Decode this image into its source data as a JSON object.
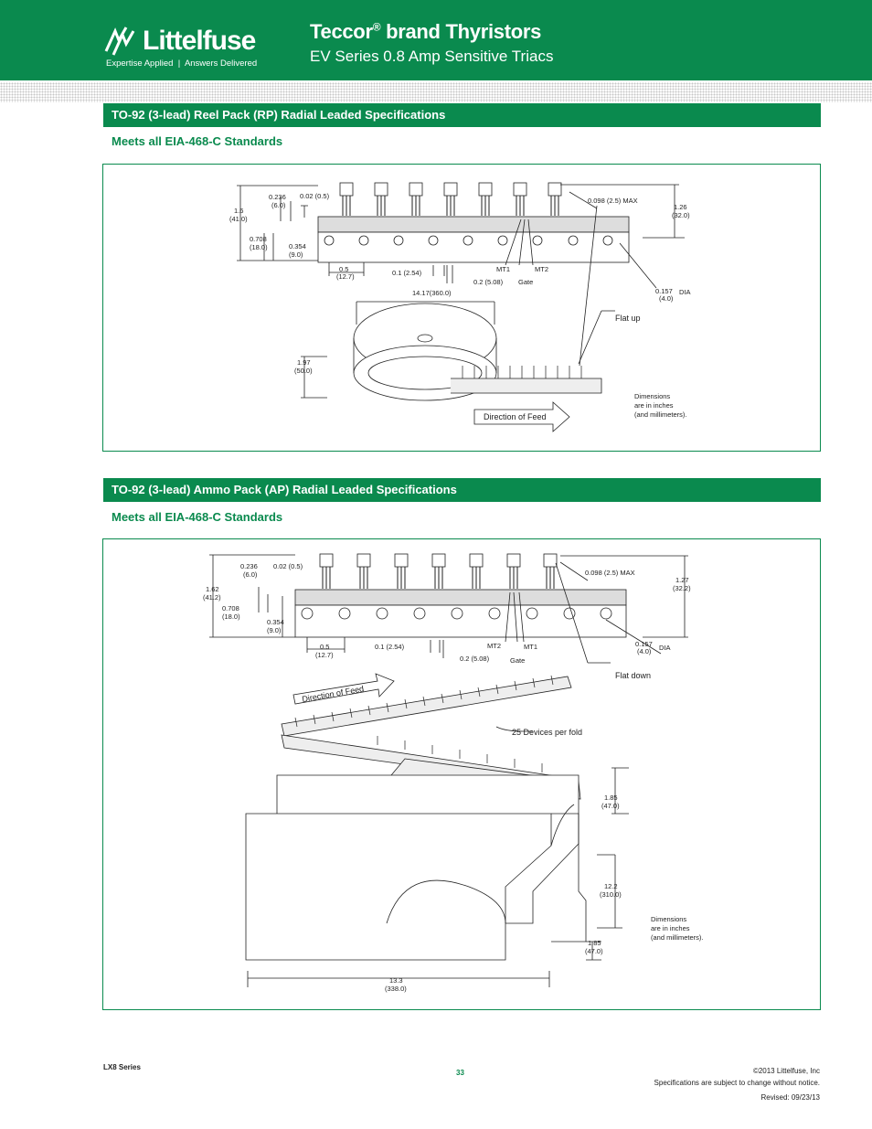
{
  "header": {
    "logo_text": "Littelfuse",
    "tagline_left": "Expertise Applied",
    "tagline_right": "Answers Delivered",
    "title_brand": "Teccor",
    "title_reg": "®",
    "title_rest": " brand Thyristors",
    "subtitle": "EV Series 0.8 Amp Sensitive Triacs"
  },
  "section1": {
    "heading": "TO-92 (3-lead) Reel Pack (RP) Radial Leaded Specifications",
    "subheading": "Meets all EIA-468-C Standards",
    "labels": {
      "height": "1.6",
      "height_mm": "(41.0)",
      "d236": "0.236",
      "d236_mm": "(6.0)",
      "d02": "0.02 (0.5)",
      "d708": "0.708",
      "d708_mm": "(18.0)",
      "d354": "0.354",
      "d354_mm": "(9.0)",
      "d05": "0.5",
      "d05_mm": "(12.7)",
      "d01": "0.1 (2.54)",
      "d02b": "0.2 (5.08)",
      "mt1": "MT1",
      "mt2": "MT2",
      "gate": "Gate",
      "d098": "0.098 (2.5) MAX",
      "d126": "1.26",
      "d126_mm": "(32.0)",
      "d157": "0.157",
      "d157_mm": "(4.0)",
      "dia": "DIA",
      "reel": "14.17(360.0)",
      "flat": "Flat up",
      "d197": "1.97",
      "d197_mm": "(50.0)",
      "dim1": "Dimensions",
      "dim2": "are in inches",
      "dim3": "(and millimeters).",
      "feed": "Direction of Feed"
    }
  },
  "section2": {
    "heading": "TO-92 (3-lead) Ammo Pack (AP) Radial Leaded Specifications",
    "subheading": "Meets all EIA-468-C Standards",
    "labels": {
      "height": "1.62",
      "height_mm": "(41.2)",
      "d236": "0.236",
      "d236_mm": "(6.0)",
      "d02": "0.02 (0.5)",
      "d708": "0.708",
      "d708_mm": "(18.0)",
      "d354": "0.354",
      "d354_mm": "(9.0)",
      "d05": "0.5",
      "d05_mm": "(12.7)",
      "d01": "0.1 (2.54)",
      "d02b": "0.2 (5.08)",
      "mt2": "MT2",
      "mt1": "MT1",
      "gate": "Gate",
      "d098": "0.098 (2.5) MAX",
      "d127": "1.27",
      "d127_mm": "(32.2)",
      "d157": "0.157",
      "d157_mm": "(4.0)",
      "dia": "DIA",
      "flat": "Flat down",
      "feed": "Direction of Feed",
      "fold": "25 Devices per fold",
      "d185": "1.85",
      "d185_mm": "(47.0)",
      "d122": "12.2",
      "d122_mm": "(310.0)",
      "d185b": "1.85",
      "d185b_mm": "(47.0)",
      "d133": "13.3",
      "d133_mm": "(338.0)",
      "dim1": "Dimensions",
      "dim2": "are in inches",
      "dim3": "(and millimeters)."
    }
  },
  "footer": {
    "series": "LX8 Series",
    "page": "33",
    "copyright": "©2013 Littelfuse, Inc",
    "notice": "Specifications are subject to change without notice.",
    "revised": "Revised: 09/23/13"
  }
}
